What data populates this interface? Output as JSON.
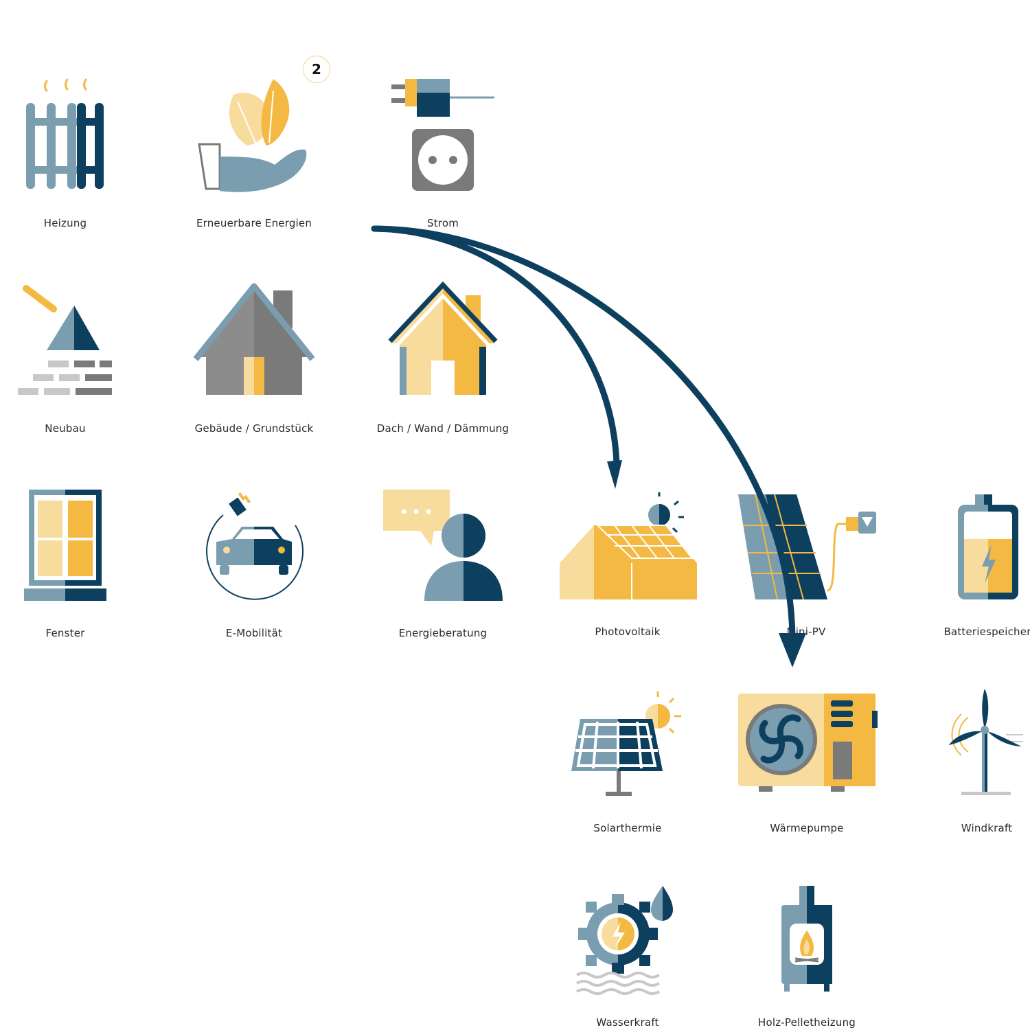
{
  "colors": {
    "navy": "#0d3f5f",
    "steel": "#7a9db0",
    "yellow": "#f4b942",
    "light_yellow": "#f8dc9e",
    "gray": "#7a7a7a",
    "light_gray": "#c8c8c8"
  },
  "categories": [
    {
      "label": "Heizung",
      "icon": "radiator-icon"
    },
    {
      "label": "Erneuerbare Energien",
      "icon": "leaves-in-hand-icon",
      "badge": "2"
    },
    {
      "label": "Strom",
      "icon": "plug-socket-icon"
    },
    {
      "label": "Neubau",
      "icon": "trowel-bricks-icon"
    },
    {
      "label": "Gebäude / Grundstück",
      "icon": "house-icon"
    },
    {
      "label": "Dach / Wand / Dämmung",
      "icon": "insulated-house-icon"
    },
    {
      "label": "Fenster",
      "icon": "window-icon"
    },
    {
      "label": "E-Mobilität",
      "icon": "electric-car-icon"
    },
    {
      "label": "Energieberatung",
      "icon": "consultant-icon"
    }
  ],
  "subcategories": [
    {
      "label": "Photovoltaik",
      "icon": "solar-roof-icon"
    },
    {
      "label": "Mini-PV",
      "icon": "balcony-solar-icon"
    },
    {
      "label": "Batteriespeicher",
      "icon": "battery-icon"
    },
    {
      "label": "Solarthermie",
      "icon": "solar-panel-icon"
    },
    {
      "label": "Wärmepumpe",
      "icon": "heat-pump-icon"
    },
    {
      "label": "Windkraft",
      "icon": "wind-turbine-icon"
    },
    {
      "label": "Wasserkraft",
      "icon": "hydro-gear-icon"
    },
    {
      "label": "Holz-Pelletheizung",
      "icon": "pellet-stove-icon"
    }
  ]
}
